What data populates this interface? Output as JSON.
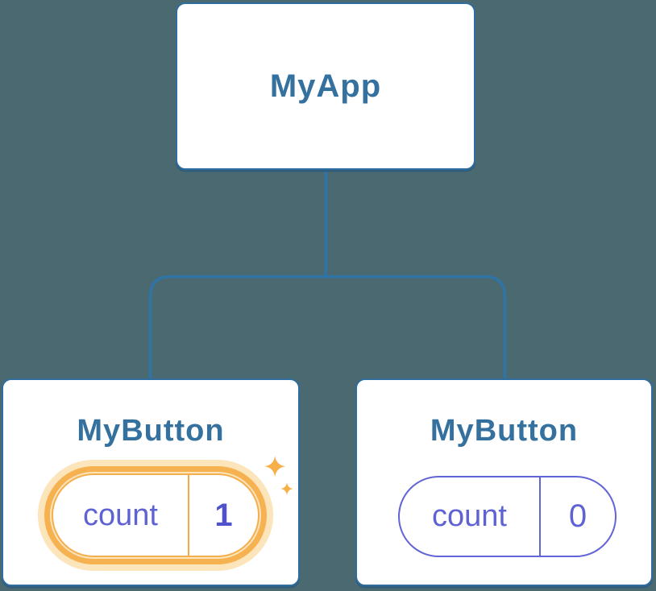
{
  "colors": {
    "background": "#4B6971",
    "card_border_blue": "#2E6D9E",
    "title_blue": "#35719F",
    "connector_blue": "#2E74A6",
    "state_indigo": "#6165D6",
    "highlight_orange": "#F6B250",
    "highlight_glow": "#FCE4BB",
    "sparkle_orange": "#F5B04A"
  },
  "tree": {
    "root": {
      "label": "MyApp"
    },
    "children": [
      {
        "label": "MyButton",
        "state_key": "count",
        "state_value": "1",
        "highlighted": true
      },
      {
        "label": "MyButton",
        "state_key": "count",
        "state_value": "0",
        "highlighted": false
      }
    ]
  },
  "icons": {
    "sparkle": "sparkle-icon"
  }
}
